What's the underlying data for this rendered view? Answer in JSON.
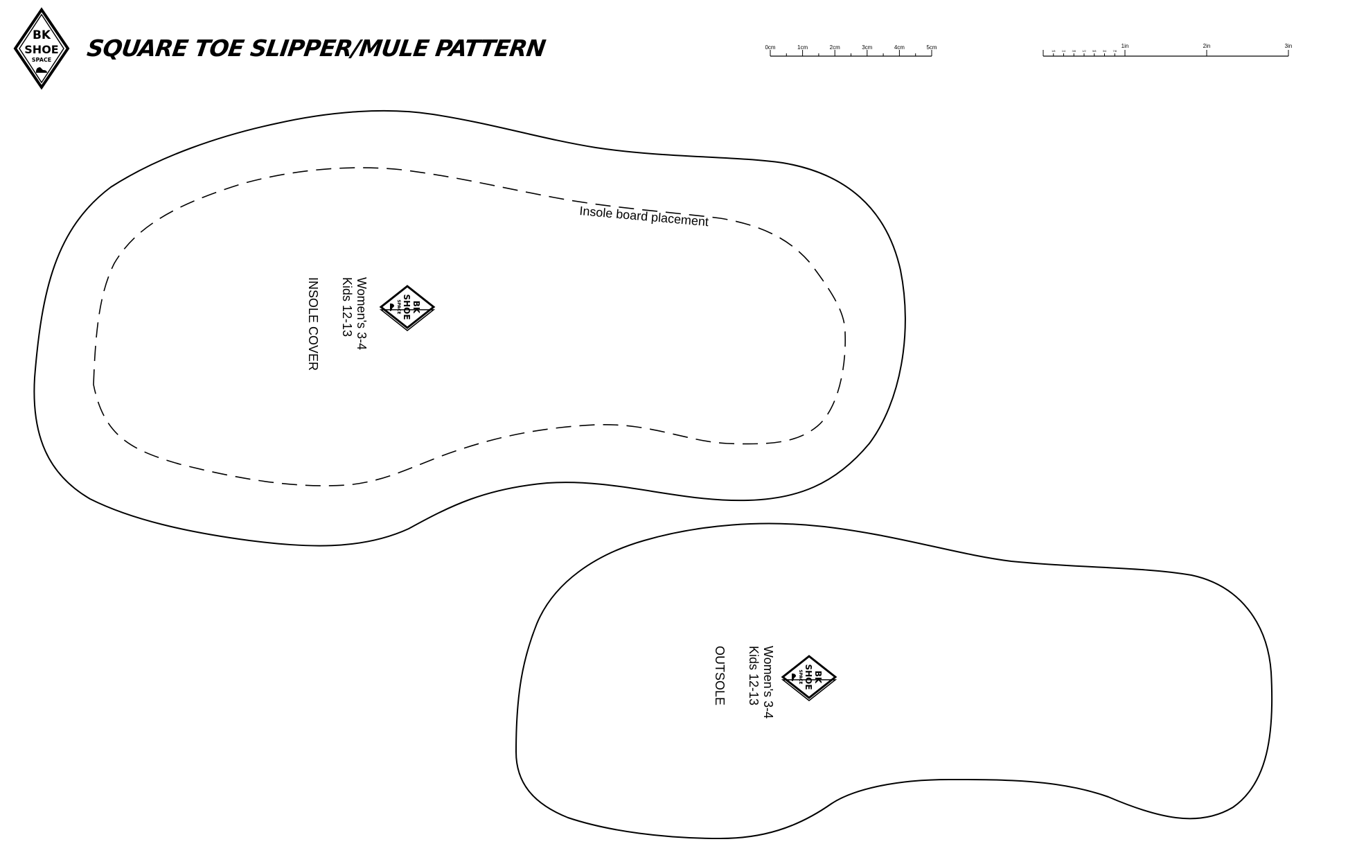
{
  "header": {
    "title": "SQUARE TOE SLIPPER/MULE PATTERN",
    "logo": {
      "line1": "BK",
      "line2": "SHOE",
      "line3": "SPACE",
      "icon": "shoe-icon"
    }
  },
  "rulers": {
    "metric": {
      "labels": [
        "0cm",
        "1cm",
        "2cm",
        "3cm",
        "4cm",
        "5cm"
      ]
    },
    "imperial": {
      "fraction_labels": [
        "1/8",
        "1/4",
        "3/8",
        "1/2",
        "5/8",
        "3/4",
        "7/8"
      ],
      "labels": [
        "1in",
        "2in",
        "3in"
      ]
    }
  },
  "pieces": {
    "insole": {
      "placement_label": "Insole board placement",
      "size_line1": "Women's 3-4",
      "size_line2": "Kids 12-13",
      "name": "INSOLE COVER"
    },
    "outsole": {
      "size_line1": "Women's 3-4",
      "size_line2": "Kids 12-13",
      "name": "OUTSOLE"
    }
  },
  "colors": {
    "line": "#000000",
    "background": "#ffffff"
  }
}
